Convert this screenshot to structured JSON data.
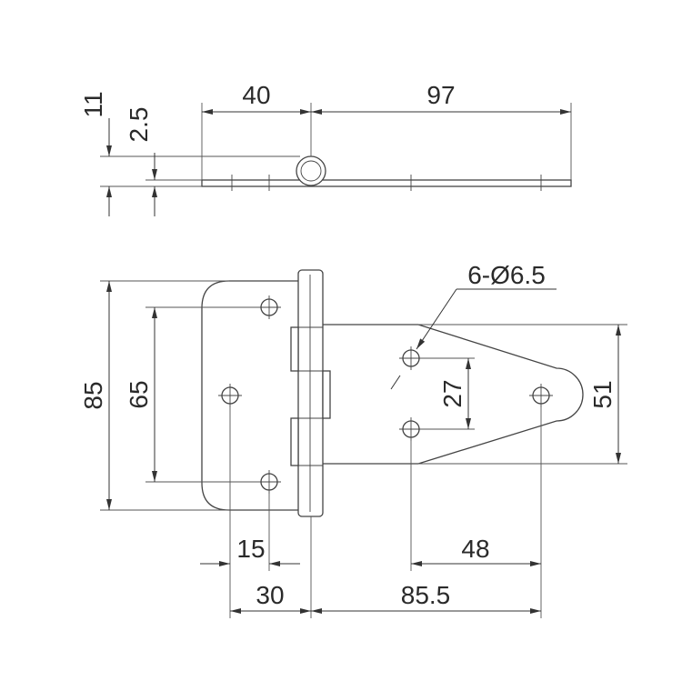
{
  "top_view": {
    "dim_40": "40",
    "dim_97": "97",
    "dim_11": "11",
    "dim_2_5": "2.5"
  },
  "front_view": {
    "hole_callout": "6-Ø6.5",
    "dim_85": "85",
    "dim_65": "65",
    "dim_27": "27",
    "dim_51": "51",
    "dim_15": "15",
    "dim_48": "48",
    "dim_30": "30",
    "dim_85_5": "85.5"
  }
}
